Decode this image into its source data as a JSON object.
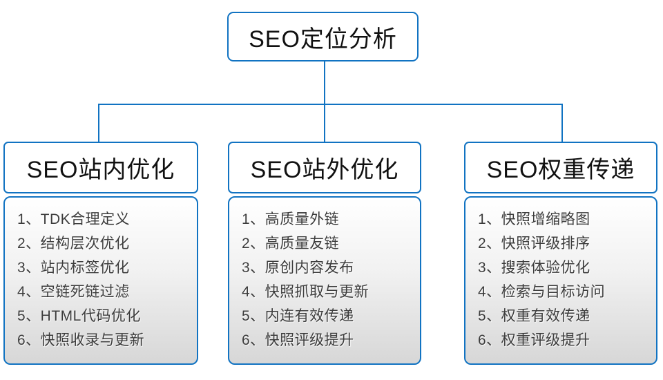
{
  "diagram": {
    "title": "SEO定位分析",
    "colors": {
      "connector_blue": "#1173c2",
      "border_blue": "#1173c2",
      "header_text": "#111111",
      "item_text": "#3c3c3c",
      "panel_gradient_top": "#ffffff",
      "panel_gradient_bottom": "#d7d7d7"
    },
    "columns": [
      {
        "title": "SEO站内优化",
        "items": [
          "1、TDK合理定义",
          "2、结构层次优化",
          "3、站内标签优化",
          "4、空链死链过滤",
          "5、HTML代码优化",
          "6、快照收录与更新"
        ]
      },
      {
        "title": "SEO站外优化",
        "items": [
          "1、高质量外链",
          "2、高质量友链",
          "3、原创内容发布",
          "4、快照抓取与更新",
          "5、内连有效传递",
          "6、快照评级提升"
        ]
      },
      {
        "title": "SEO权重传递",
        "items": [
          "1、快照增缩略图",
          "2、快照评级排序",
          "3、搜索体验优化",
          "4、检索与目标访问",
          "5、权重有效传递",
          "6、权重评级提升"
        ]
      }
    ]
  }
}
